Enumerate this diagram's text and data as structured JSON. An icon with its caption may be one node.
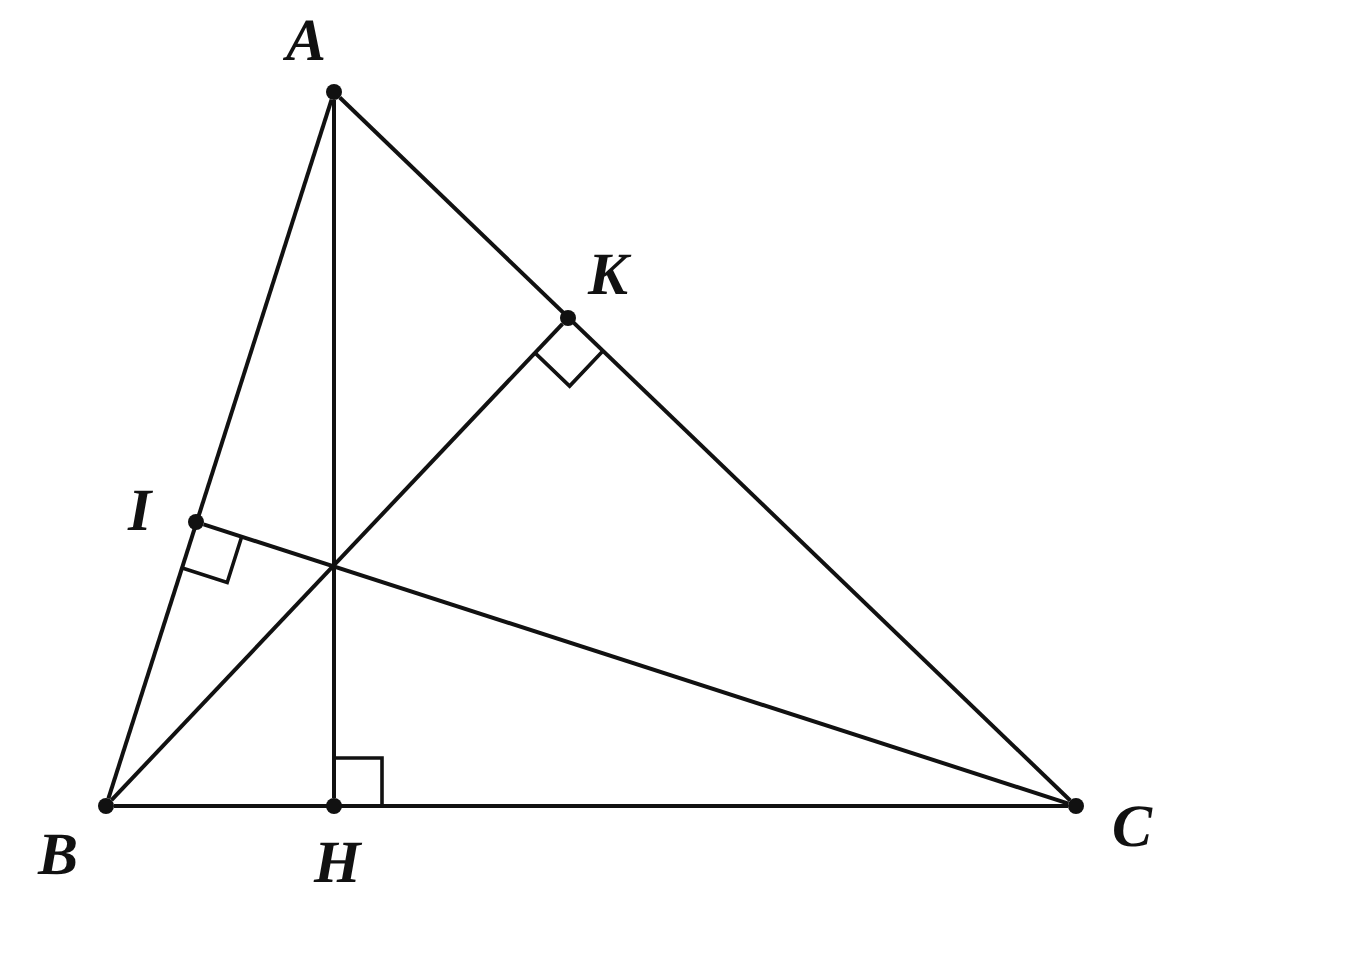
{
  "diagram": {
    "nodes": [
      {
        "text": [
          "A"
        ]
      },
      {
        "text": [
          "K"
        ]
      },
      {
        "text": [
          "I"
        ]
      },
      {
        "text": [
          "B"
        ]
      },
      {
        "text": [
          "H"
        ]
      },
      {
        "text": [
          "C"
        ]
      }
    ],
    "edges": [
      {
        "from": 0,
        "to": 3,
        "arrow": "none"
      },
      {
        "from": 3,
        "to": 5,
        "arrow": "none"
      },
      {
        "from": 5,
        "to": 0,
        "arrow": "none"
      },
      {
        "from": 0,
        "to": 4,
        "arrow": "none"
      },
      {
        "from": 3,
        "to": 1,
        "arrow": "none"
      },
      {
        "from": 5,
        "to": 2,
        "arrow": "none"
      }
    ]
  }
}
